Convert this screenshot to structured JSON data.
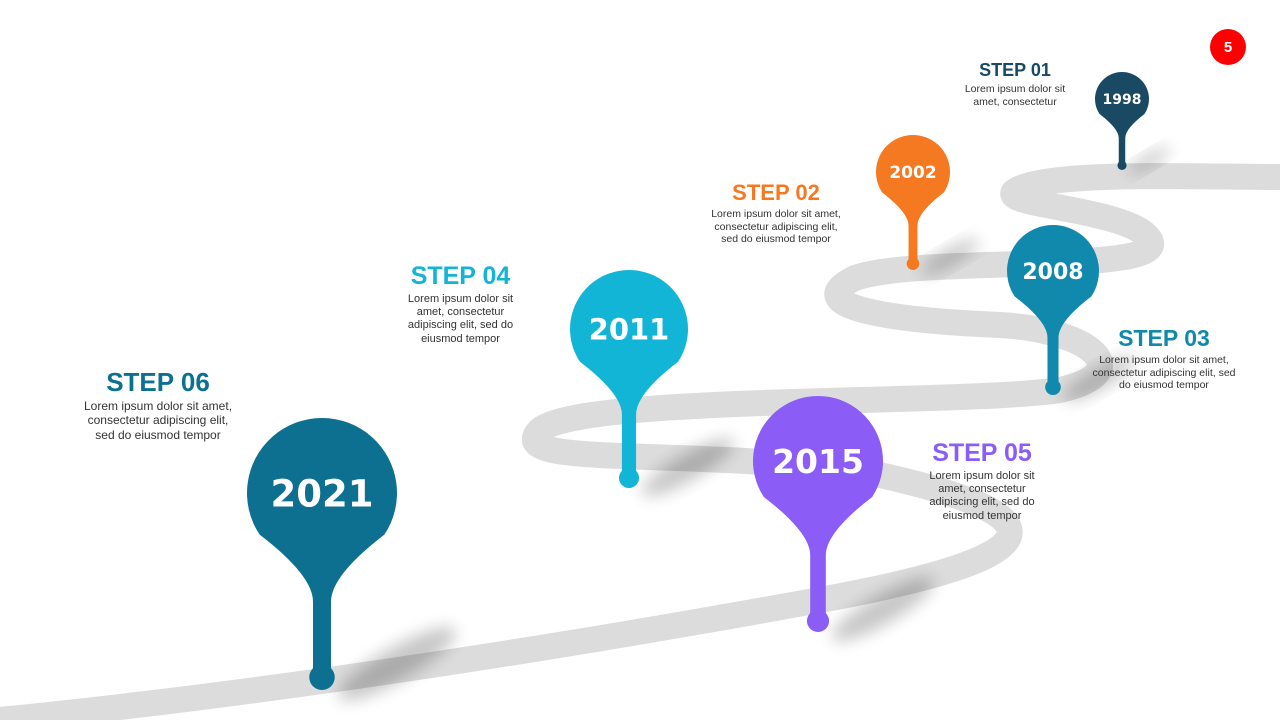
{
  "page_number": "5",
  "colors": {
    "road": "#dcdcdc",
    "step01": "#1a4a63",
    "step02": "#f47920",
    "step03": "#1189ad",
    "step04": "#13b5d6",
    "step05": "#8b5cf6",
    "step06": "#0e7090",
    "badge": "#ff0000"
  },
  "steps": [
    {
      "id": "step01",
      "title": "STEP 01",
      "year": "1998",
      "description": "Lorem ipsum dolor sit amet, consectetur",
      "color": "#1a4a63"
    },
    {
      "id": "step02",
      "title": "STEP 02",
      "year": "2002",
      "description": "Lorem ipsum dolor sit amet, consectetur adipiscing elit, sed do eiusmod tempor",
      "color": "#f47920"
    },
    {
      "id": "step03",
      "title": "STEP 03",
      "year": "2008",
      "description": "Lorem ipsum dolor sit amet, consectetur adipiscing elit, sed do eiusmod tempor",
      "color": "#1189ad"
    },
    {
      "id": "step04",
      "title": "STEP 04",
      "year": "2011",
      "description": "Lorem ipsum dolor sit amet, consectetur adipiscing elit, sed do eiusmod tempor",
      "color": "#13b5d6"
    },
    {
      "id": "step05",
      "title": "STEP 05",
      "year": "2015",
      "description": "Lorem ipsum dolor sit amet, consectetur adipiscing elit, sed do eiusmod tempor",
      "color": "#8b5cf6"
    },
    {
      "id": "step06",
      "title": "STEP 06",
      "year": "2021",
      "description": "Lorem ipsum dolor sit amet, consectetur adipiscing elit, sed do eiusmod tempor",
      "color": "#0e7090"
    }
  ]
}
